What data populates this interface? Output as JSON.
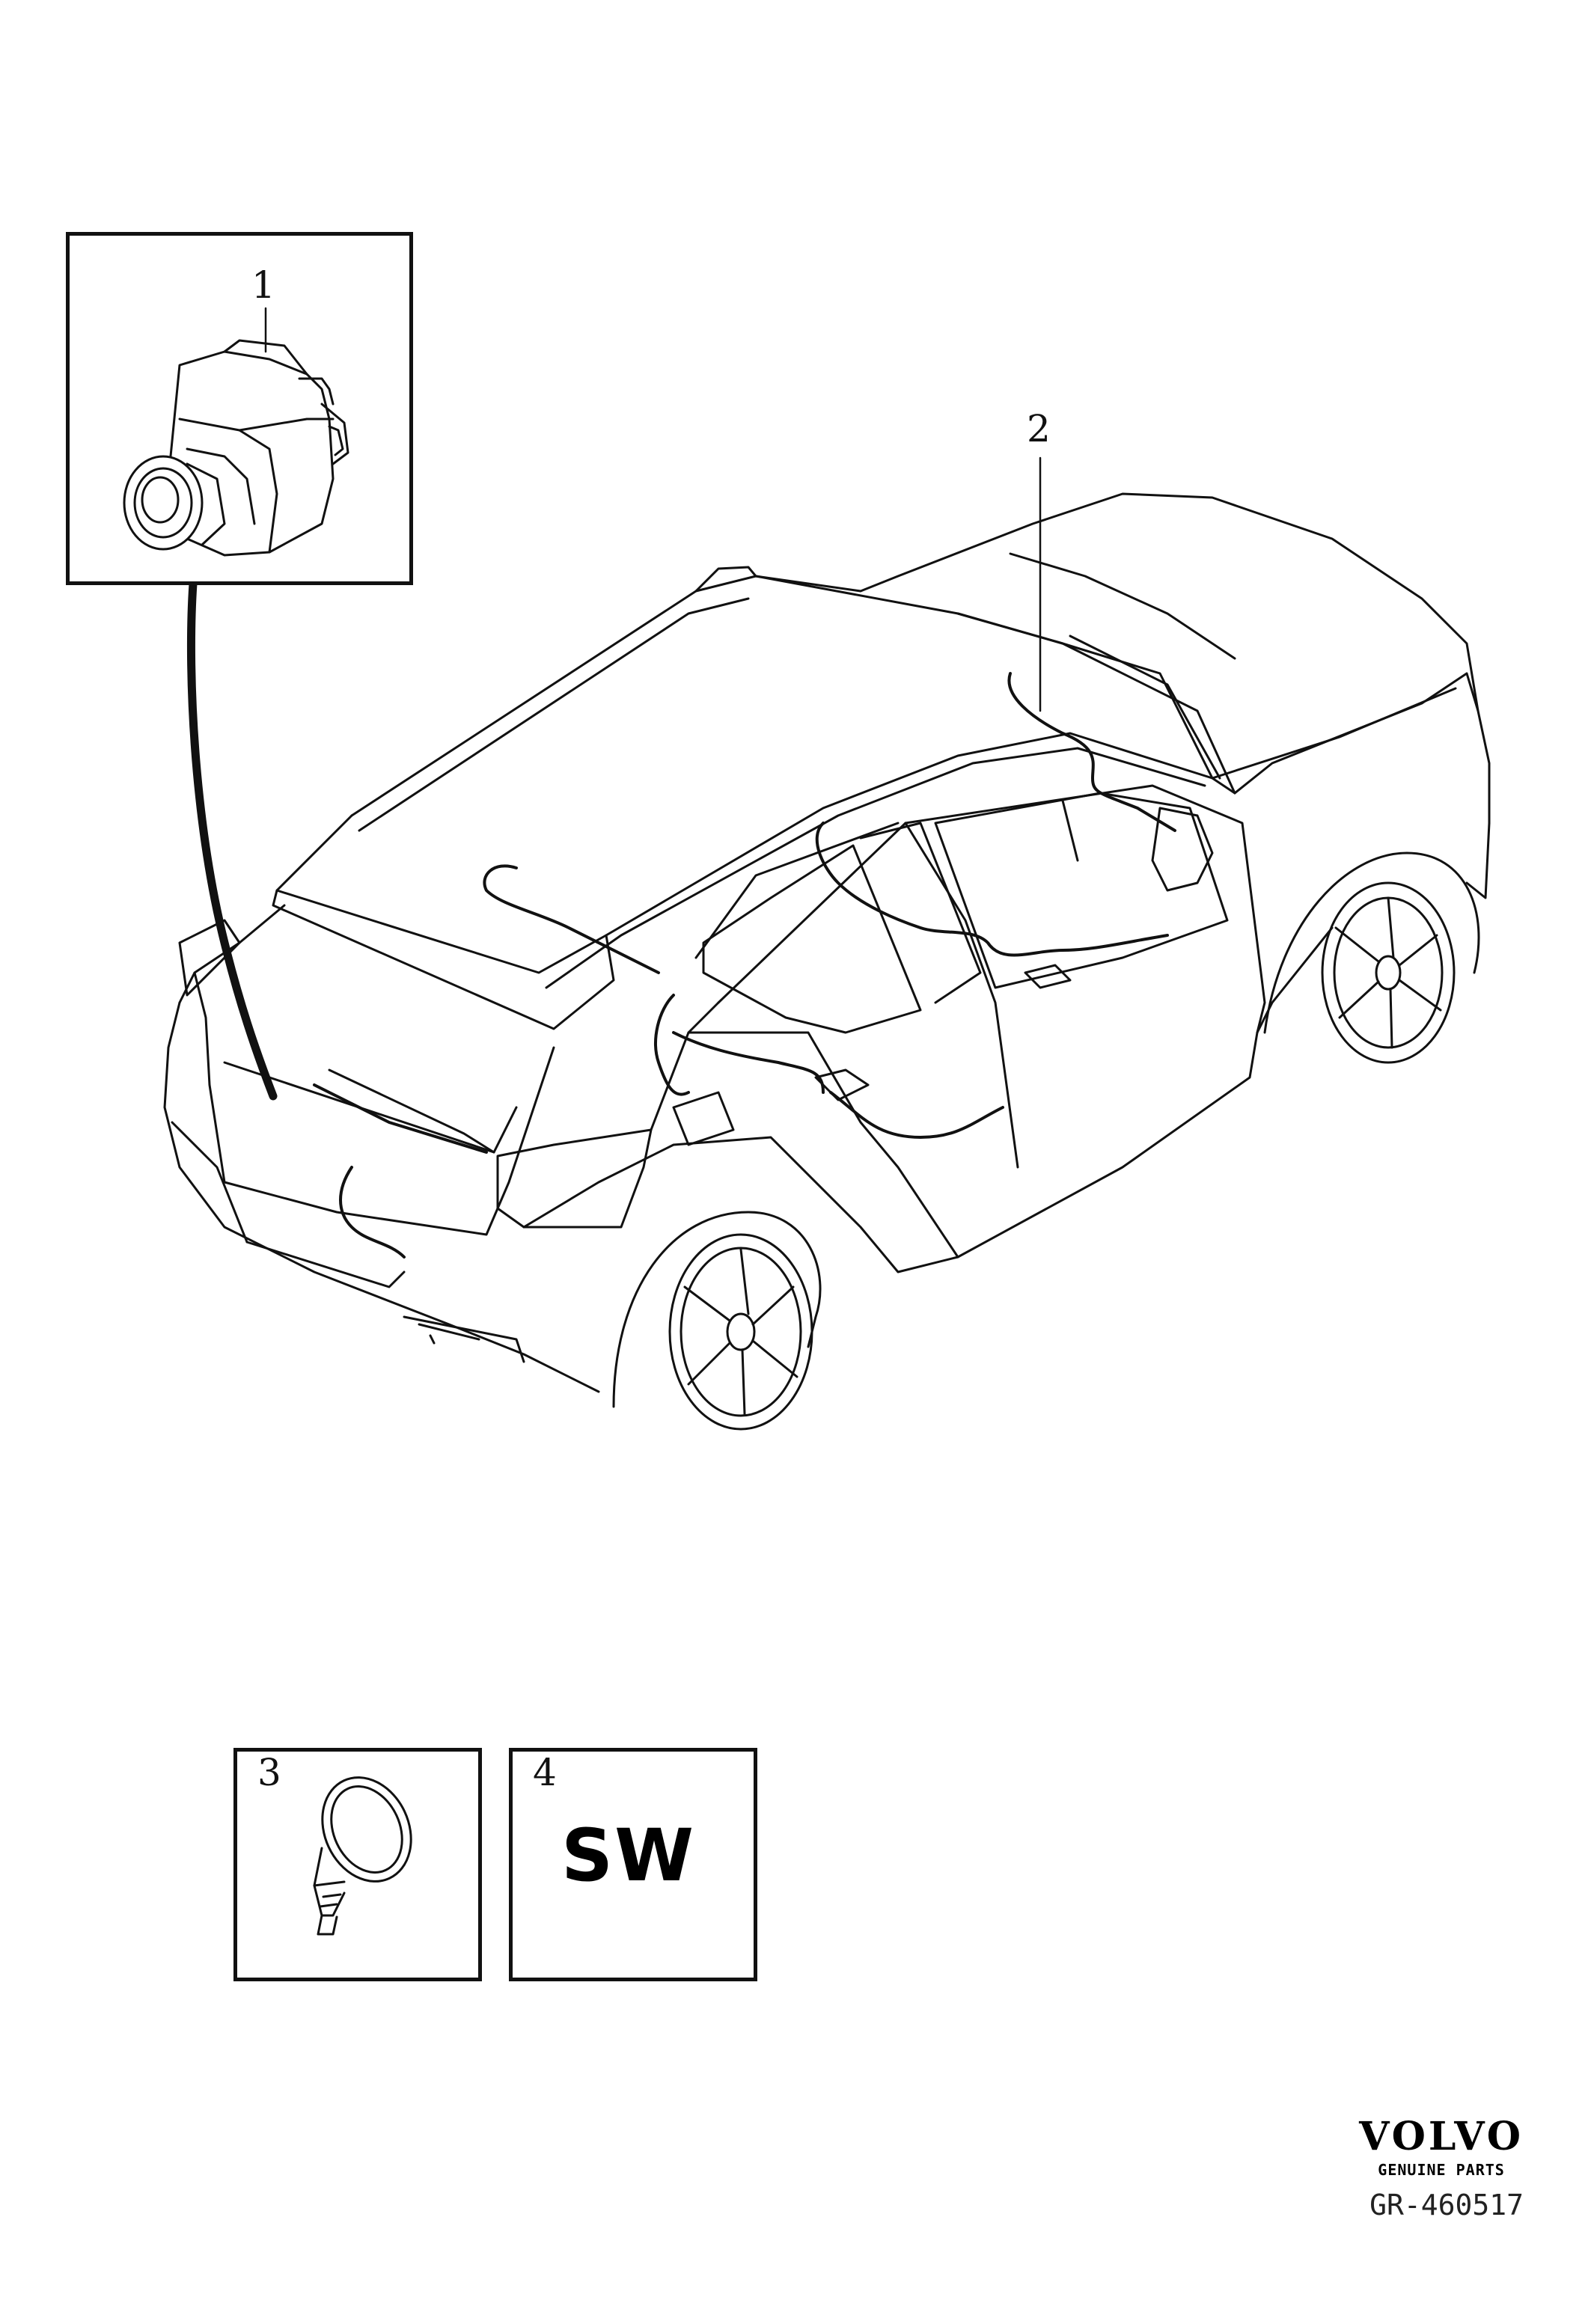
{
  "callouts": {
    "part_1": "1",
    "part_2": "2",
    "part_3": "3",
    "part_4": "4"
  },
  "part_4_text": "SW",
  "brand": {
    "name": "VOLVO",
    "subtitle": "GENUINE PARTS"
  },
  "reference": "GR-460517"
}
